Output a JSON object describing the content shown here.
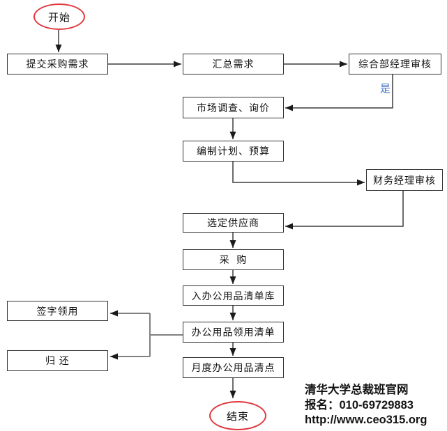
{
  "flowchart": {
    "start": "开始",
    "end": "结束",
    "nodes": {
      "submit": "提交采购需求",
      "summarize": "汇总需求",
      "manager_review": "综合部经理审核",
      "market_survey": "市场调查、询价",
      "plan_budget": "编制计划、预算",
      "finance_review": "财务经理审核",
      "select_supplier": "选定供应商",
      "purchase": "采  购",
      "inventory_entry": "入办公用品清单库",
      "requisition_list": "办公用品领用清单",
      "sign_receive": "签字领用",
      "return": "归 还",
      "monthly_check": "月度办公用品清点"
    },
    "labels": {
      "yes": "是"
    },
    "colors": {
      "terminator_stroke": "#e0393e",
      "yes_label": "#4472c4",
      "line": "#3c3c3c",
      "gray_line": "#808080",
      "box_border": "#333333",
      "arrowhead": "#1a1a1a"
    }
  },
  "footer": {
    "line1": "清华大学总裁班官网",
    "line2": "报名：010-69729883",
    "line3": "http://www.ceo315.org"
  }
}
